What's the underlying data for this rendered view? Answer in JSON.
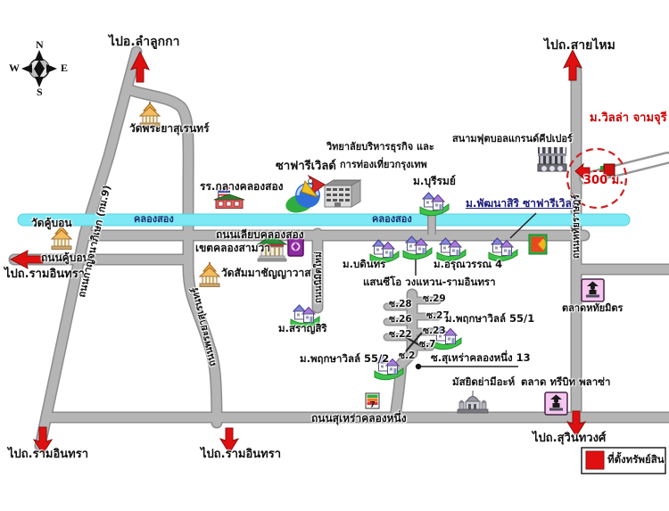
{
  "compass": {
    "n": "N",
    "e": "E",
    "s": "S",
    "w": "W"
  },
  "canal": {
    "label_left": "คลองสอง",
    "label_right": "คลองสอง"
  },
  "roads": {
    "kanchanaphisek": "ถนนกาญจนาภิเษก (กม.9)",
    "phraya_suren": "ถนนพระยาสุเรนทร์",
    "liap_khlong_song": "ถนนเลียบคลองสอง",
    "hathairat": "ถนนหทัยราษฎร์",
    "khu_bon": "ถนนคู้บอน",
    "nimit_mai": "ถนนนิมิตใหม่",
    "surao_khlong_nueng": "ถนนสุเหร่าคลองหนึ่ง"
  },
  "exits": {
    "lam_luk_ka": "ไปอ.ลำลูกกา",
    "sai_mai": "ไปถ.สายไหม",
    "ram_inthra_west": "ไปถ.รามอินทรา",
    "ram_inthra_south1": "ไปถ.รามอินทรา",
    "ram_inthra_south2": "ไปถ.รามอินทรา",
    "suwinthawong": "ไปถ.สุวินทวงศ์"
  },
  "places": {
    "wat_phraya_suren": "วัดพระยาสุเรนทร์",
    "school_klang_khlong_song": "รร.กลางคลองสอง",
    "safari_world": "ซาฟารีเวิลด์",
    "college_line1": "วิทยาลัยบริหารธุรกิจ และ",
    "college_line2": "การท่องเที่ยวกรุงเทพ",
    "grand_keeper_field": "สนามฟุตบอลแกรนด์คีปเปอร์",
    "villa_chamchuri": "ม.วิลล่า จามจุรี",
    "burirom": "ม.บุรีรมย์",
    "phatthanasiri": "ม.พัฒนาสิริ ซาฟารีเวิลด์",
    "wat_khu_bon": "วัดคู้บอน",
    "khet_khlong_sam_wa": "เขตคลองสามวา",
    "wat_sammachanyawat": "วัดสัมมาชัญญาวาส",
    "bodin": "ม.บดินทร",
    "arunwan": "ม.อรุณวรรณ 4",
    "saen_ceo": "แสนซีโอ วงแหวน-รามอินทรา",
    "saransiri": "ม.สราญสิริ",
    "pruksa_ville_551": "ม.พฤกษาวิลล์ 55/1",
    "pruksa_ville_552": "ม.พฤกษาวิลล์ 55/2",
    "mosque": "มัสยิดย่ามีอะห์",
    "tribit_plaza": "ตลาด ทรีบิท พลาซ่า",
    "talat_hathai_mit": "ตลาดหทัยมิตร",
    "seven_eleven": "7"
  },
  "sois": {
    "s28": "ซ.28",
    "s26": "ซ.26",
    "s22": "ซ.22",
    "s29": "ซ.29",
    "s27": "ซ.27",
    "s23": "ซ.23",
    "s7": "ซ.7",
    "s2": "ซ.2",
    "surao_13": "ซ.สุเหร่าคลองหนึ่ง 13"
  },
  "annotations": {
    "distance_300m": "300 ม."
  },
  "legend": {
    "property_label": "ที่ตั้งทรัพย์สิน"
  },
  "colors": {
    "canal": "#7de9f4",
    "road": "#b5b5b5",
    "arrow_red": "#e01010",
    "marker_red": "#dd1111"
  }
}
